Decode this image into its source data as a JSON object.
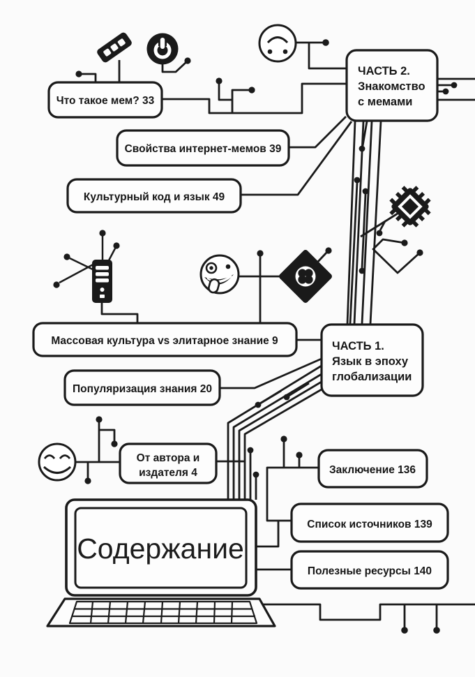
{
  "palette": {
    "ink": "#1a1a1a",
    "paper": "#fbfbfb"
  },
  "diagram": {
    "boxes": {
      "what_is_meme": "Что такое мем? 33",
      "meme_properties": "Свойства интернет-мемов 39",
      "cultural_code": "Культурный код и язык 49",
      "part2": {
        "line1": "ЧАСТЬ 2.",
        "line2": "Знакомство",
        "line3": "с мемами"
      },
      "mass_culture": "Массовая культура vs элитарное знание 9",
      "popularization": "Популяризация знания 20",
      "part1": {
        "line1": "ЧАСТЬ 1.",
        "line2": "Язык в эпоху",
        "line3": "глобализации"
      },
      "from_author": {
        "line1": "От автора и",
        "line2": "издателя  4"
      },
      "conclusion": "Заключение 136",
      "sources": "Список источников 139",
      "resources": "Полезные ресурсы 140"
    },
    "laptop": {
      "screen_title": "Содержание"
    },
    "icons": {
      "ram_stick": "ram-stick",
      "power_button": "power-button",
      "upside_down_smiley": "upside-down-smiley",
      "microchip": "microchip",
      "server_robot": "server-robot",
      "zany_face": "zany-face",
      "clover_chip": "clover-chip",
      "smiley_face": "smiley-face",
      "laptop": "laptop"
    }
  }
}
